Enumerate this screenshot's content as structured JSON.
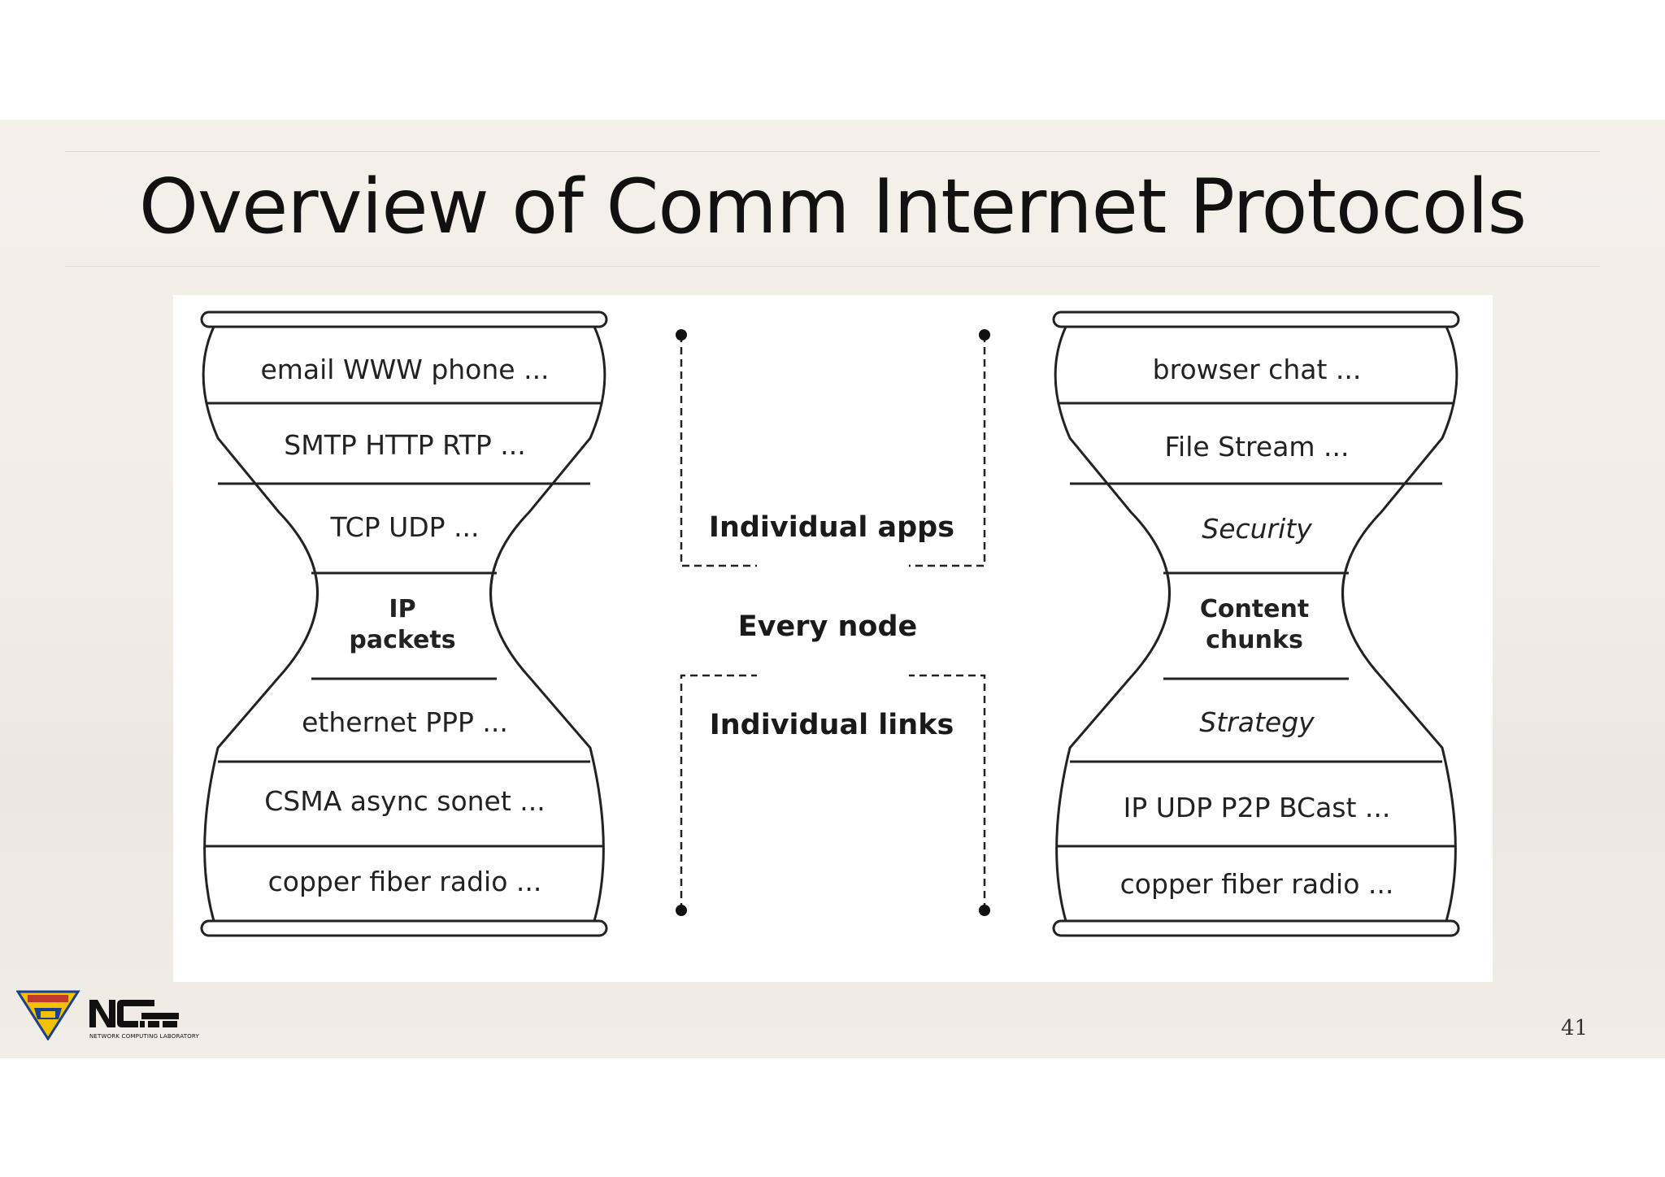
{
  "slide": {
    "title": "Overview of Comm Internet Protocols",
    "page_number": "41"
  },
  "left_hourglass": {
    "layers": [
      "email  WWW  phone ...",
      "SMTP  HTTP  RTP ...",
      "TCP  UDP  ...",
      "IP\npackets",
      "ethernet  PPP ...",
      "CSMA  async  sonet  ...",
      "copper  fiber  radio  ..."
    ]
  },
  "right_hourglass": {
    "layers": [
      "browser  chat  ...",
      "File  Stream  ...",
      "Security",
      "Content\nchunks",
      "Strategy",
      "IP  UDP  P2P  BCast  ...",
      "copper  fiber  radio  ..."
    ]
  },
  "middle": {
    "individual_apps": "Individual apps",
    "every_node": "Every node",
    "individual_links": "Individual links"
  },
  "logo": {
    "name": "NC LAB",
    "subtitle": "NETWORK COMPUTING LABORATORY",
    "colors": {
      "badge": "#f2c200",
      "badge_border": "#1b3f8f",
      "text": "#111111"
    }
  }
}
